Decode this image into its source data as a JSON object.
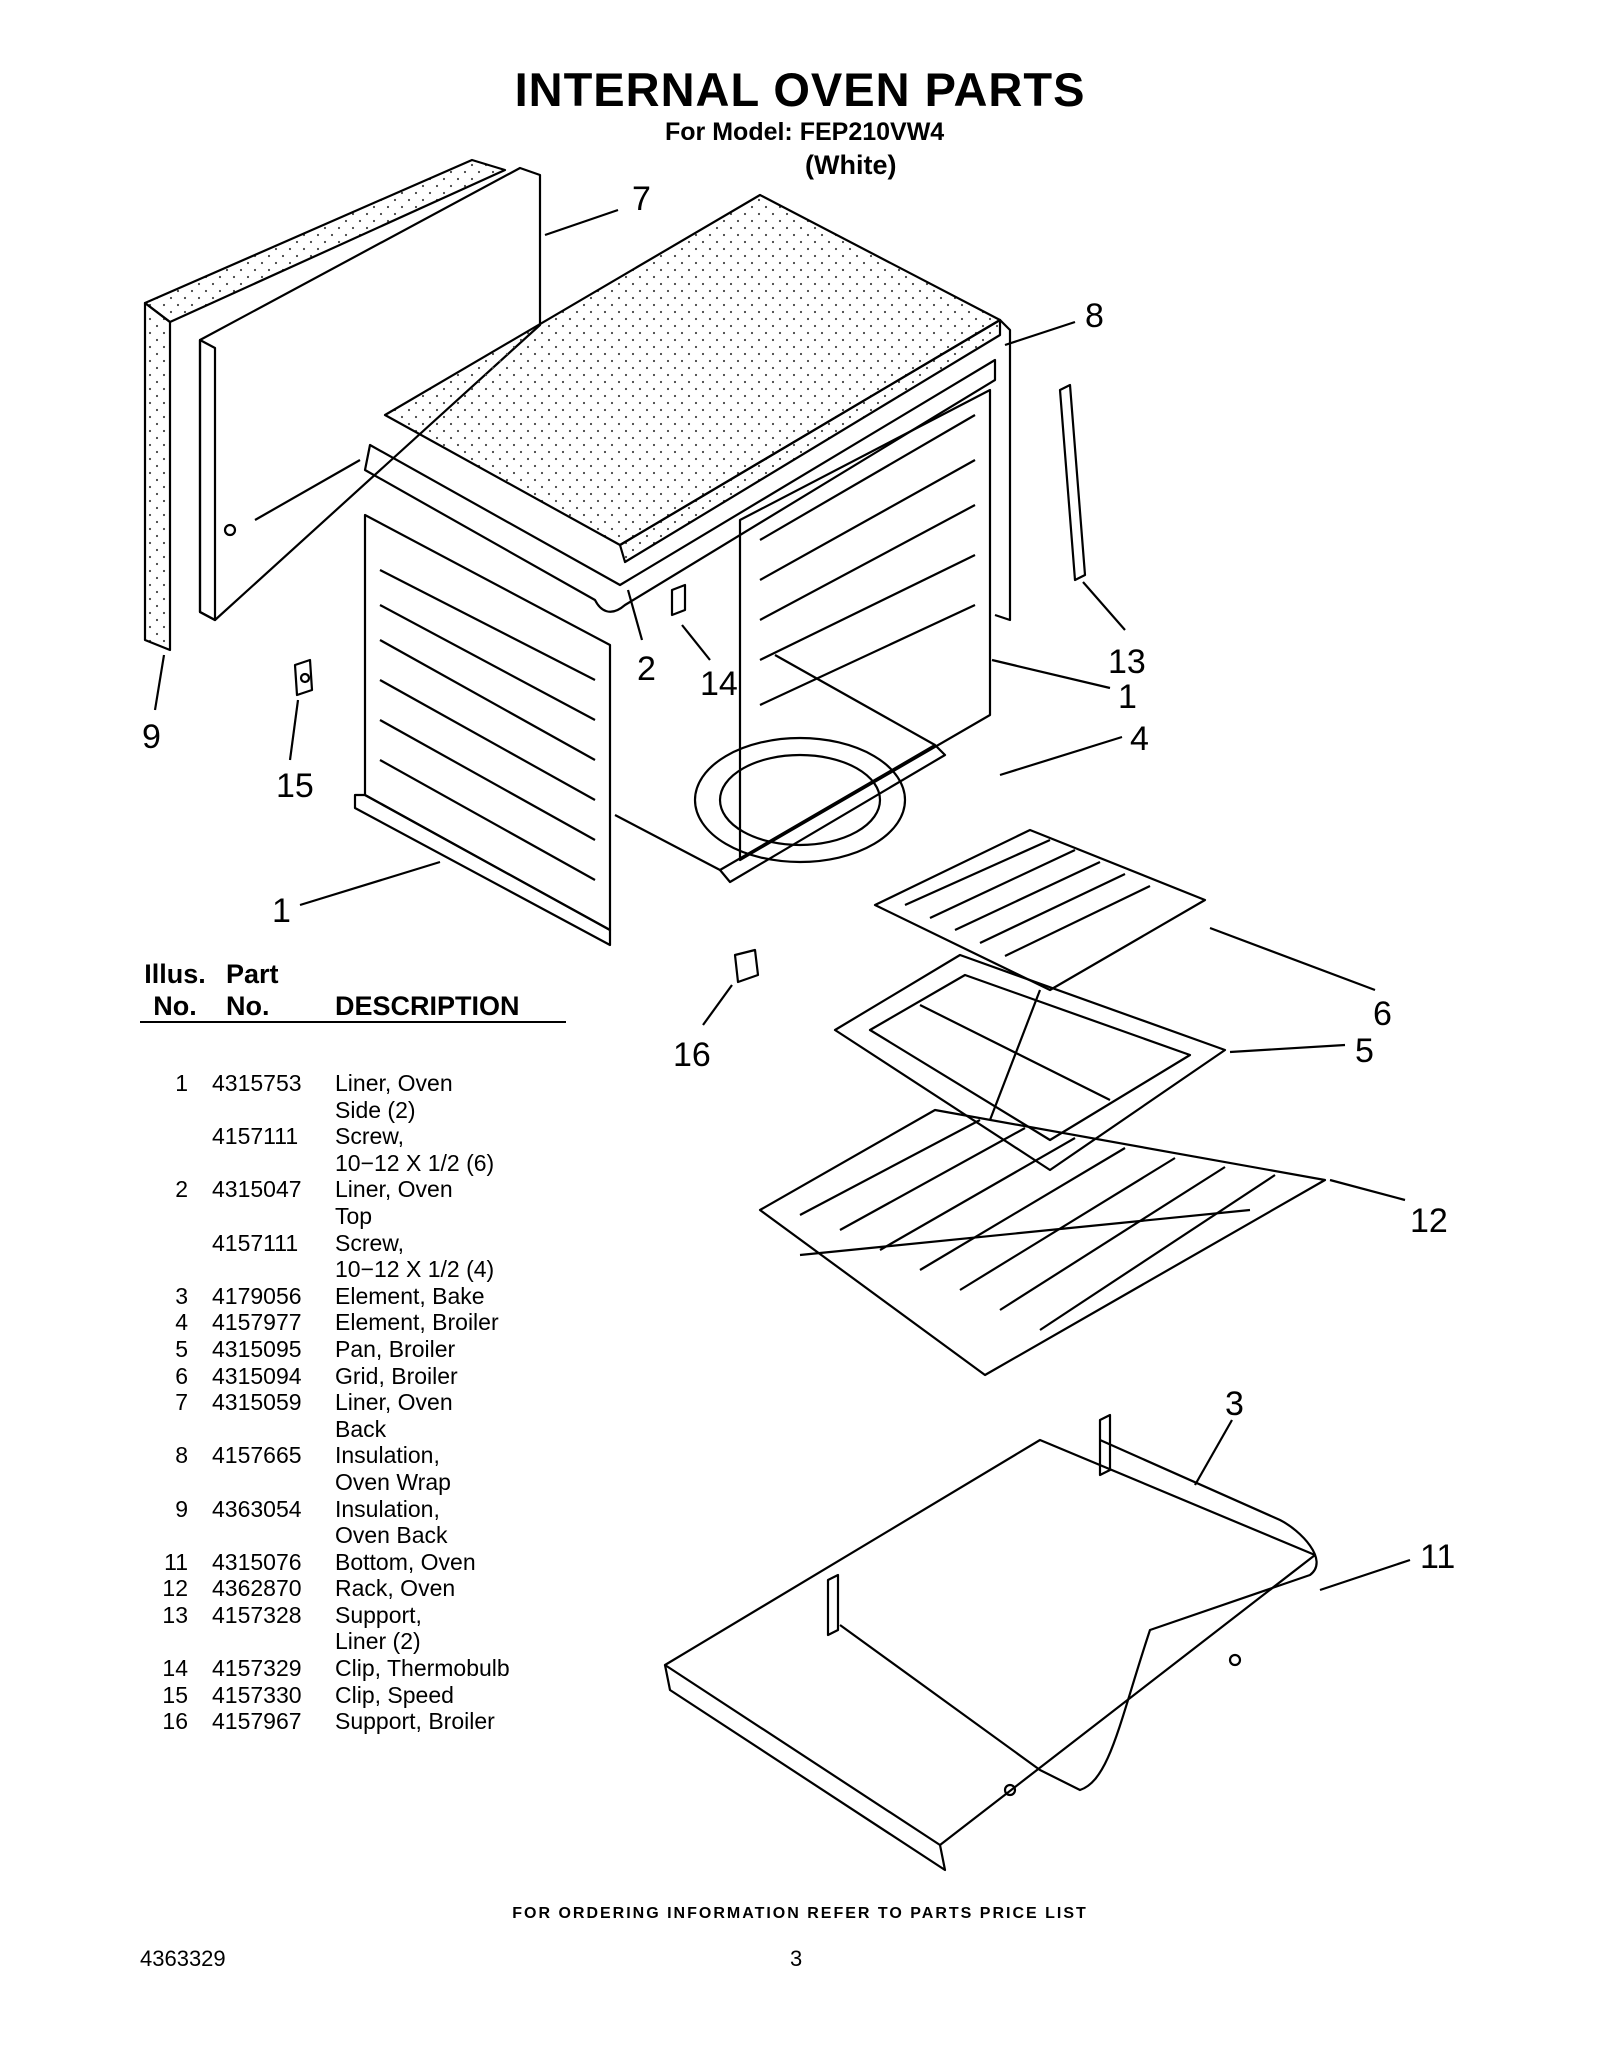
{
  "header": {
    "title": "INTERNAL OVEN PARTS",
    "model_line": "For Model: FEP210VW4",
    "variant": "(White)"
  },
  "callouts": [
    "7",
    "8",
    "13",
    "1",
    "4",
    "2",
    "14",
    "9",
    "15",
    "1",
    "6",
    "5",
    "16",
    "12",
    "3",
    "11"
  ],
  "table": {
    "col_illus": [
      "Illus.",
      "No."
    ],
    "col_part": [
      "Part",
      "No."
    ],
    "col_desc": "DESCRIPTION",
    "rows": [
      {
        "illus": "1",
        "part": "4315753",
        "desc": "Liner, Oven"
      },
      {
        "illus": "",
        "part": "",
        "desc": "Side (2)"
      },
      {
        "illus": "",
        "part": "4157111",
        "desc": "Screw,"
      },
      {
        "illus": "",
        "part": "",
        "desc": "10−12 X 1/2 (6)"
      },
      {
        "illus": "2",
        "part": "4315047",
        "desc": "Liner, Oven"
      },
      {
        "illus": "",
        "part": "",
        "desc": "Top"
      },
      {
        "illus": "",
        "part": "4157111",
        "desc": "Screw,"
      },
      {
        "illus": "",
        "part": "",
        "desc": "10−12 X 1/2 (4)"
      },
      {
        "illus": "3",
        "part": "4179056",
        "desc": "Element, Bake"
      },
      {
        "illus": "4",
        "part": "4157977",
        "desc": "Element, Broiler"
      },
      {
        "illus": "5",
        "part": "4315095",
        "desc": "Pan, Broiler"
      },
      {
        "illus": "6",
        "part": "4315094",
        "desc": "Grid, Broiler"
      },
      {
        "illus": "7",
        "part": "4315059",
        "desc": "Liner, Oven"
      },
      {
        "illus": "",
        "part": "",
        "desc": "Back"
      },
      {
        "illus": "8",
        "part": "4157665",
        "desc": "Insulation,"
      },
      {
        "illus": "",
        "part": "",
        "desc": "Oven Wrap"
      },
      {
        "illus": "9",
        "part": "4363054",
        "desc": "Insulation,"
      },
      {
        "illus": "",
        "part": "",
        "desc": "Oven Back"
      },
      {
        "illus": "11",
        "part": "4315076",
        "desc": "Bottom, Oven"
      },
      {
        "illus": "12",
        "part": "4362870",
        "desc": "Rack, Oven"
      },
      {
        "illus": "13",
        "part": "4157328",
        "desc": "Support,"
      },
      {
        "illus": "",
        "part": "",
        "desc": "Liner (2)"
      },
      {
        "illus": "14",
        "part": "4157329",
        "desc": "Clip, Thermobulb"
      },
      {
        "illus": "15",
        "part": "4157330",
        "desc": "Clip, Speed"
      },
      {
        "illus": "16",
        "part": "4157967",
        "desc": "Support, Broiler"
      }
    ]
  },
  "footer": {
    "note": "FOR ORDERING INFORMATION REFER TO PARTS PRICE LIST",
    "doc_number": "4363329",
    "page_number": "3"
  }
}
